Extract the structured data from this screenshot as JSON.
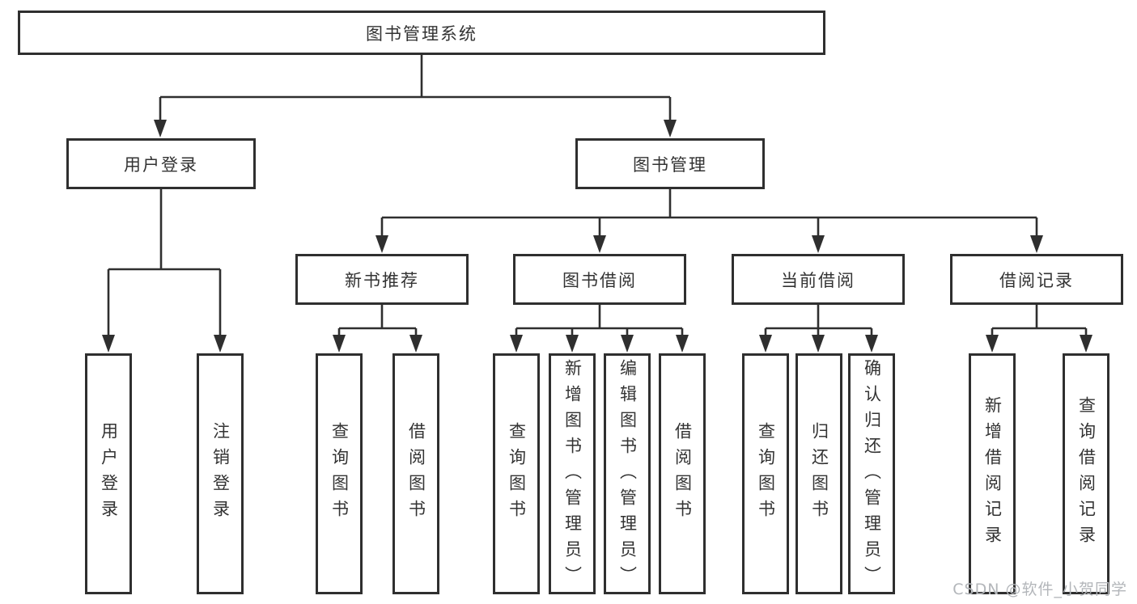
{
  "diagram": {
    "title": "图书管理系统",
    "branches": [
      {
        "label": "用户登录",
        "children": [
          {
            "label": "用户登录"
          },
          {
            "label": "注销登录"
          }
        ]
      },
      {
        "label": "图书管理",
        "children": [
          {
            "label": "新书推荐",
            "children": [
              {
                "label": "查询图书"
              },
              {
                "label": "借阅图书"
              }
            ]
          },
          {
            "label": "图书借阅",
            "children": [
              {
                "label": "查询图书"
              },
              {
                "label": "新增图书（管理员）"
              },
              {
                "label": "编辑图书（管理员）"
              },
              {
                "label": "借阅图书"
              }
            ]
          },
          {
            "label": "当前借阅",
            "children": [
              {
                "label": "查询图书"
              },
              {
                "label": "归还图书"
              },
              {
                "label": "确认归还（管理员）"
              }
            ]
          },
          {
            "label": "借阅记录",
            "children": [
              {
                "label": "新增借阅记录"
              },
              {
                "label": "查询借阅记录"
              }
            ]
          }
        ]
      }
    ]
  },
  "watermark": "CSDN @软件_小贺同学",
  "colors": {
    "line": "#2f2f2f",
    "text": "#333333",
    "watermark": "#b3b6ba",
    "background": "#ffffff"
  }
}
